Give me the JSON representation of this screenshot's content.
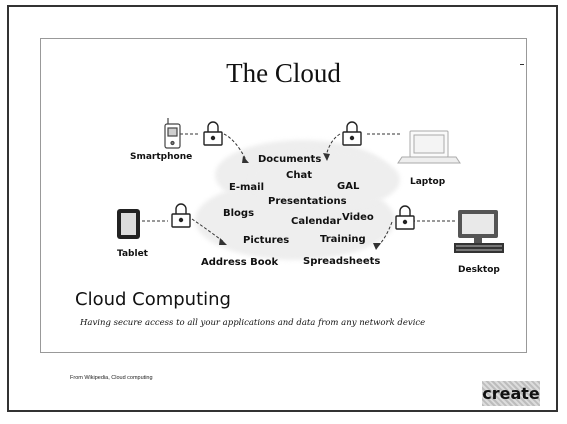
{
  "slide": {
    "title": "The Cloud",
    "heading": "Cloud Computing",
    "subtitle": "Having secure access to all your applications and data from any network device",
    "source": "From Wikipedia, Cloud computing",
    "logo_text": "create"
  },
  "devices": {
    "smartphone": "Smartphone",
    "laptop": "Laptop",
    "tablet": "Tablet",
    "desktop": "Desktop"
  },
  "cloud_items": {
    "documents": "Documents",
    "chat": "Chat",
    "email": "E-mail",
    "gal": "GAL",
    "presentations": "Presentations",
    "blogs": "Blogs",
    "calendar": "Calendar",
    "video": "Video",
    "pictures": "Pictures",
    "training": "Training",
    "address_book": "Address Book",
    "spreadsheets": "Spreadsheets"
  },
  "icons": [
    "smartphone-icon",
    "laptop-icon",
    "tablet-icon",
    "desktop-icon",
    "padlock-icon"
  ]
}
